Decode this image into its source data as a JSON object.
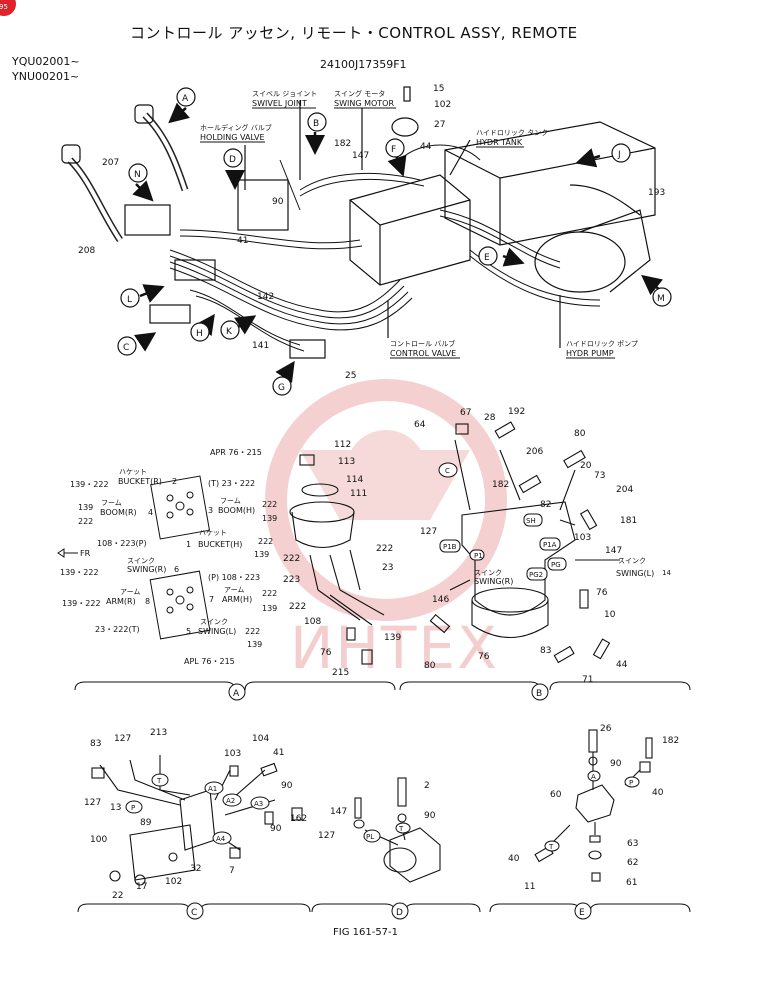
{
  "header": {
    "title": "コントロール アッセン, リモート・CONTROL ASSY, REMOTE",
    "serials": [
      "YQU02001~",
      "YNU00201~"
    ],
    "part_number": "24100J17359F1",
    "figure": "FIG 161-57-1",
    "corner_badge": "95"
  },
  "watermark": "ИНТЕХ",
  "top_labels": {
    "swivel_jp": "スイベル ジョイント",
    "swivel_en": "SWIVEL JOINT",
    "swing_motor_jp": "スイング モータ",
    "swing_motor_en": "SWING MOTOR",
    "holding_jp": "ホールディング バルブ",
    "holding_en": "HOLDING VALVE",
    "tank_jp": "ハイドロリック タンク",
    "tank_en": "HYDR TANK",
    "control_valve_jp": "コントロール バルブ",
    "control_valve_en": "CONTROL VALVE",
    "pump_jp": "ハイドロリック ポンプ",
    "pump_en": "HYDR PUMP"
  },
  "callouts": {
    "A": "A",
    "B": "B",
    "C": "C",
    "D": "D",
    "E": "E",
    "F": "F",
    "G": "G",
    "H": "H",
    "J": "J",
    "K": "K",
    "L": "L",
    "M": "M",
    "N": "N"
  },
  "top_nums": {
    "n15": "15",
    "n102": "102",
    "n27": "27",
    "n44": "44",
    "n182": "182",
    "n147": "147",
    "n207": "207",
    "n208": "208",
    "n90": "90",
    "n41": "41",
    "n142": "142",
    "n141": "141",
    "n25": "25",
    "n193": "193"
  },
  "detailA": {
    "apr": "APR 76・215",
    "apl": "APL  76・215",
    "r1a": "139・222",
    "r1b": "ハケット",
    "r1c": "BUCKET(R)",
    "r1d": "2",
    "r1e": "(T) 23・222",
    "r2a": "139",
    "r2b": "フーム",
    "r2c": "BOOM(R)",
    "r2d": "4",
    "r2e": "222",
    "r2f": "3",
    "r2g": "フーム",
    "r2h": "BOOM(H)",
    "r2i": "222",
    "r2j": "139",
    "r3a": "108・223(P)",
    "r3b": "ハケット",
    "r3c": "1",
    "r3d": "BUCKET(H)",
    "r3e": "222",
    "r3f": "139",
    "fr": "FR",
    "r4a": "139・222",
    "r4b": "スインク",
    "r4c": "SWING(R)",
    "r4d": "6",
    "r4e": "(P) 108・223",
    "r5a": "139・222",
    "r5b": "アーム",
    "r5c": "ARM(R)",
    "r5d": "8",
    "r5e": "7",
    "r5f": "アーム",
    "r5g": "ARM(H)",
    "r5h": "222",
    "r5i": "139",
    "r6a": "23・222(T)",
    "r6b": "スインク",
    "r6c": "5",
    "r6d": "SWING(L)",
    "r6e": "222",
    "r6f": "139",
    "nums": [
      "112",
      "113",
      "114",
      "111",
      "222",
      "222",
      "223",
      "23",
      "222",
      "108",
      "139",
      "76",
      "215"
    ]
  },
  "detailB": {
    "nums": [
      "64",
      "67",
      "28",
      "192",
      "80",
      "206",
      "20",
      "73",
      "204",
      "181",
      "182",
      "82",
      "127",
      "103",
      "147",
      "146",
      "76",
      "10",
      "80",
      "76",
      "83",
      "71",
      "44"
    ],
    "ports": [
      "C",
      "SH",
      "P1B",
      "P1",
      "P1A",
      "PG",
      "PG2"
    ],
    "swing_r_jp": "スインク",
    "swing_r_en": "SWING(R)",
    "swing_l_jp": "スインク",
    "swing_l_en": "SWING(L)",
    "swing_l_num": "14"
  },
  "detailC": {
    "nums": [
      "83",
      "127",
      "213",
      "103",
      "104",
      "41",
      "127",
      "13",
      "90",
      "89",
      "162",
      "90",
      "100",
      "32",
      "7",
      "22",
      "17",
      "102"
    ],
    "ports": [
      "T",
      "P",
      "A1",
      "A2",
      "A3",
      "A4"
    ]
  },
  "detailD": {
    "nums": [
      "2",
      "147",
      "90",
      "127"
    ],
    "ports": [
      "T",
      "PL"
    ]
  },
  "detailE": {
    "nums": [
      "26",
      "182",
      "90",
      "40",
      "60",
      "63",
      "62",
      "40",
      "11",
      "61"
    ],
    "ports": [
      "A",
      "P",
      "T"
    ]
  },
  "section_labels": {
    "A": "A",
    "B": "B",
    "C": "C",
    "D": "D",
    "E": "E"
  }
}
